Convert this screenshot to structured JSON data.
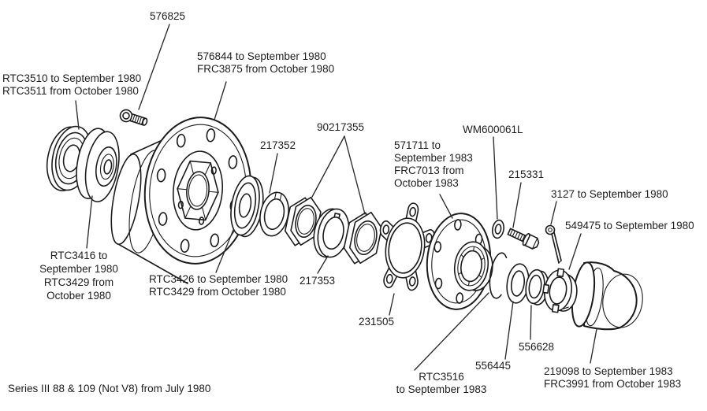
{
  "caption": "Series III 88 & 109 (Not V8) from July 1980",
  "colors": {
    "ink": "#1c1c1c",
    "background": "#ffffff"
  },
  "labels": {
    "stud": {
      "l1": "576825"
    },
    "seal": {
      "l1": "RTC3510 to September 1980",
      "l2": "RTC3511  from October 1980"
    },
    "hub": {
      "l1": "576844 to September 1980",
      "l2": "FRC3875 from October 1980"
    },
    "locknuts": {
      "l1": "90217355"
    },
    "lockwasher": {
      "l1": "217352"
    },
    "spacer": {
      "l1": "217353"
    },
    "inner_bearing": {
      "l1": "RTC3416 to",
      "l2": "September 1980",
      "l3": "RTC3429 from",
      "l4": "October 1980"
    },
    "outer_bearing": {
      "l1": "RTC3426 to September 1980",
      "l2": "RTC3429 from October 1980"
    },
    "drive_flange": {
      "l1": "571711 to",
      "l2": "September 1983",
      "l3": "FRC7013 from",
      "l4": "October 1983"
    },
    "washer_wm": {
      "l1": "WM600061L"
    },
    "bolt": {
      "l1": "215331"
    },
    "split_pin": {
      "l1": "3127 to September 1980"
    },
    "retainer": {
      "l1": "549475 to September 1980"
    },
    "gasket": {
      "l1": "231505"
    },
    "circlip": {
      "l1": "RTC3516",
      "l2": "to September 1983"
    },
    "washer_556445": {
      "l1": "556445"
    },
    "washer_556628": {
      "l1": "556628"
    },
    "hub_cap": {
      "l1": "219098 to September 1983",
      "l2": "FRC3991 from October 1983"
    }
  }
}
